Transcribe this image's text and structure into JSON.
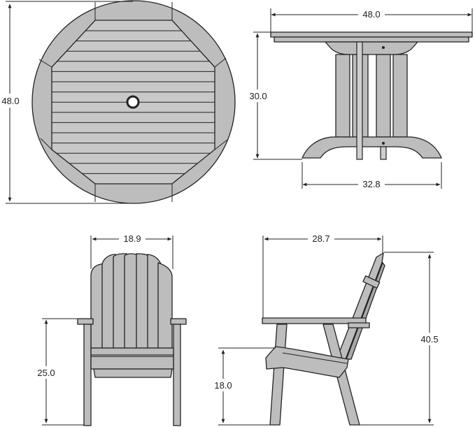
{
  "dimensions": {
    "table_top_depth": "48.0",
    "table_width": "48.0",
    "table_height": "30.0",
    "table_base_width": "32.8",
    "chair_back_width": "18.9",
    "chair_depth": "28.7",
    "chair_arm_height": "25.0",
    "chair_seat_height": "18.0",
    "chair_total_height": "40.5"
  },
  "colors": {
    "wood": "#bdbdbd",
    "outline": "#222222"
  }
}
